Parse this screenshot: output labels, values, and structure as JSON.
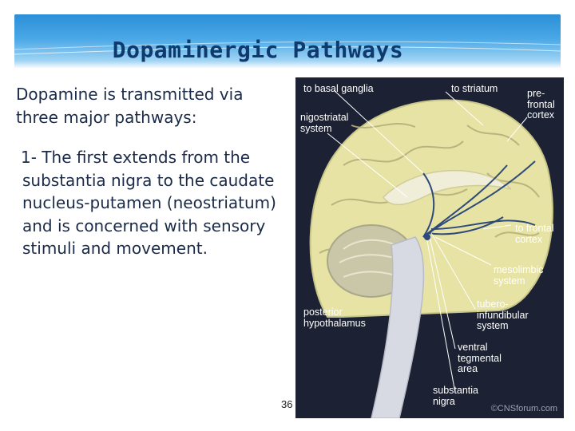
{
  "slide": {
    "title": "Dopaminergic Pathways",
    "intro": "Dopamine is transmitted via three major pathways:",
    "point_1": "1- The first extends from the substantia nigra to the caudate nucleus-putamen (neostriatum) and is concerned with sensory stimuli and movement.",
    "page_number": "36"
  },
  "figure": {
    "labels": {
      "to_basal_ganglia": "to basal ganglia",
      "to_striatum": "to striatum",
      "prefrontal_cortex": "pre-\nfrontal\ncortex",
      "nigrostriatal_system": "nigostriatal\nsystem",
      "to_frontal_cortex": "to frontal\ncortex",
      "mesolimbic_system": "mesolimbic\nsystem",
      "tuberoinfundibular_system": "tubero-\ninfundibular\nsystem",
      "posterior_hypothalamus": "posterior\nhypothalamus",
      "ventral_tegmental_area": "ventral\ntegmental\narea",
      "substantia_nigra": "substantia\nnigra"
    },
    "credit": "©CNSforum.com"
  },
  "colors": {
    "banner": "#2b8fd6",
    "title": "#0e3a6e",
    "figure_background": "#1c2233",
    "brain": "#e6e3a4",
    "pathway": "#2e4a7a"
  }
}
